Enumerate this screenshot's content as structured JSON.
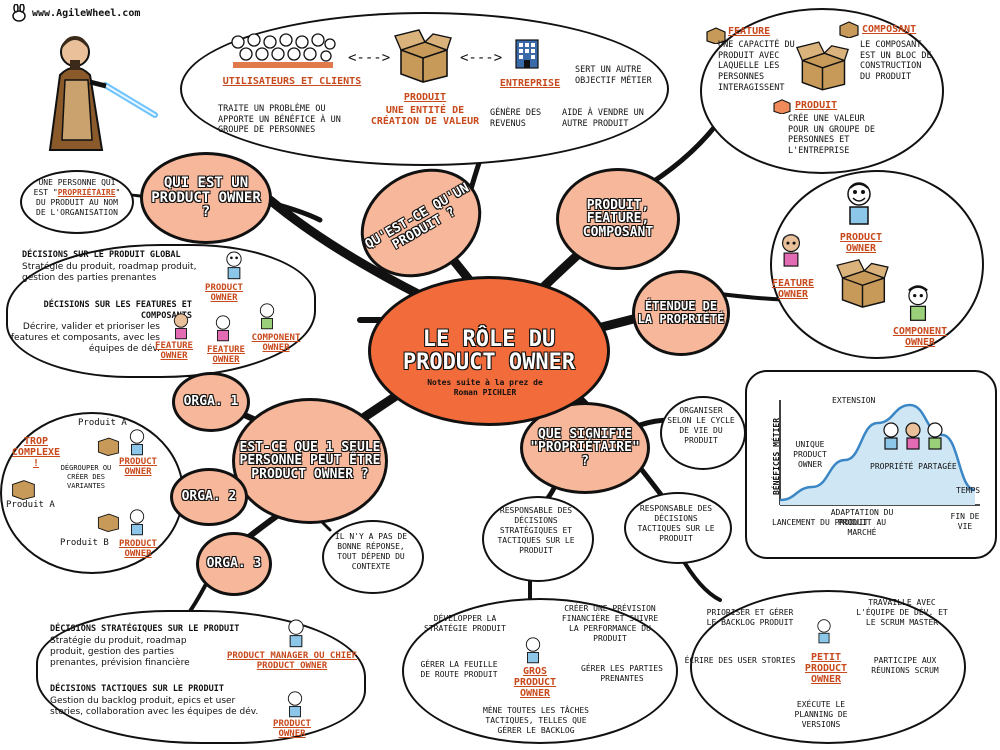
{
  "header": {
    "site": "www.AgileWheel.com"
  },
  "central": {
    "title": "LE RÔLE DU PRODUCT OWNER",
    "subtitle": "Notes suite à la prez de Roman PICHLER"
  },
  "nodes": {
    "qui": "QUI EST UN PRODUCT OWNER ?",
    "produit": "QU'EST-CE QU'UN PRODUIT ?",
    "pfc": "PRODUIT, FEATURE, COMPOSANT",
    "etendue": "ÉTENDUE DE LA PROPRIÉTÉ",
    "signifie": "QUE SIGNIFIE \"PROPRIÉTAIRE\" ?",
    "seule": "EST-CE QUE 1 SEULE PERSONNE PEUT ÊTRE PRODUCT OWNER ?",
    "orga1": "ORGA. 1",
    "orga2": "ORGA. 2",
    "orga3": "ORGA. 3"
  },
  "qui_note": {
    "a": "Une personne qui est \"",
    "b": "propriétaire",
    "c": "\" du produit au nom de l'organisation"
  },
  "produit_bubble": {
    "users_label": "Utilisateurs et clients",
    "users_desc": "traite un problème ou apporte un bénéfice à un groupe de personnes",
    "entreprise_label": "Entreprise",
    "produit_label": "Produit",
    "produit_desc": "une entité de création de valeur",
    "e1": "sert un autre objectif métier",
    "e2": "génère des revenus",
    "e3": "aide à vendre un autre produit"
  },
  "pfc_bubble": {
    "feature_label": "Feature",
    "feature_desc": "une capacité du produit avec laquelle les personnes interagissent",
    "composant_label": "Composant",
    "composant_desc": "le composant est un bloc de construction du produit",
    "produit_label": "Produit",
    "produit_desc": "crée une valeur pour un groupe de personnes et l'entreprise"
  },
  "etendue_bubble": {
    "product_owner": "Product Owner",
    "feature_owner": "Feature Owner",
    "component_owner": "Component Owner"
  },
  "orga1_bubble": {
    "h1": "Décisions sur le produit global",
    "t1": "Stratégie du produit, roadmap produit, gestion des parties prenantes",
    "h2": "Décisions sur les features et composants",
    "t2": "Décrire, valider et prioriser les features et composants, avec les équipes de dév.",
    "product_owner": "Product Owner",
    "feature_owner_a": "Feature Owner",
    "feature_owner_b": "Feature Owner",
    "component_owner": "Component Owner"
  },
  "orga2_bubble": {
    "trop": "Trop complexe !",
    "produit_a_top": "Produit A",
    "produit_a": "Produit A",
    "produit_b": "Produit B",
    "degrouper": "Dégrouper ou créer des variantes",
    "po1": "Product Owner",
    "po2": "Product Owner"
  },
  "orga3_bubble": {
    "h1": "Décisions stratégiques sur le produit",
    "t1": "Stratégie du produit, roadmap produit, gestion des parties prenantes, prévision financière",
    "pm": "Product Manager ou Chief Product Owner",
    "h2": "Décisions tactiques sur le produit",
    "t2": "Gestion du backlog produit, epics et user stories, collaboration avec les équipes de dév.",
    "po": "Product Owner"
  },
  "reponse_bubble": "Il n'y a pas de bonne réponse, tout dépend du contexte",
  "signifie_items": {
    "organiser": "Organiser selon le cycle de vie du produit",
    "strat": "Responsable des décisions stratégiques et tactiques sur le produit",
    "tact": "Responsable des décisions tactiques sur le produit"
  },
  "chart_bubble": {
    "ylabel": "Bénéfices métier",
    "extension": "Extension",
    "unique": "Unique Product Owner",
    "partagee": "Propriété partagée",
    "lancement": "Lancement du produit",
    "adaptation": "Adaptation du produit au marché",
    "temps": "Temps",
    "fin": "Fin de vie"
  },
  "chart_data": {
    "type": "area",
    "title": "",
    "xlabel": "Temps",
    "ylabel": "Bénéfices métier",
    "phases": [
      "Lancement du produit",
      "Adaptation du produit au marché",
      "Extension",
      "Fin de vie"
    ],
    "series": [
      {
        "values": [
          0.05,
          0.18,
          0.45,
          0.82,
          1.0,
          0.7,
          0.15
        ]
      }
    ]
  },
  "gros_bubble": {
    "label": "Gros Product Owner",
    "a": "Développer la stratégie produit",
    "b": "Créer une prévision financière et suivre la performance du produit",
    "c": "Gérer la feuille de route produit",
    "d": "Gérer les parties prenantes",
    "e": "Mène toutes les tâches tactiques, telles que gérer le backlog"
  },
  "petit_bubble": {
    "label": "Petit Product Owner",
    "a": "Prioriser et gérer le backlog produit",
    "b": "Travaille avec l'équipe de dév. et le scrum master",
    "c": "Écrire des user stories",
    "d": "Participe aux réunions scrum",
    "e": "Exécute le planning de versions"
  },
  "colors": {
    "accent": "#f26b3a",
    "node": "#f7b79a",
    "label": "#c8491c"
  },
  "icons": [
    "rabbit-logo-icon",
    "jedi-icon",
    "crowd-icon",
    "box-icon",
    "building-icon",
    "person-icon"
  ]
}
